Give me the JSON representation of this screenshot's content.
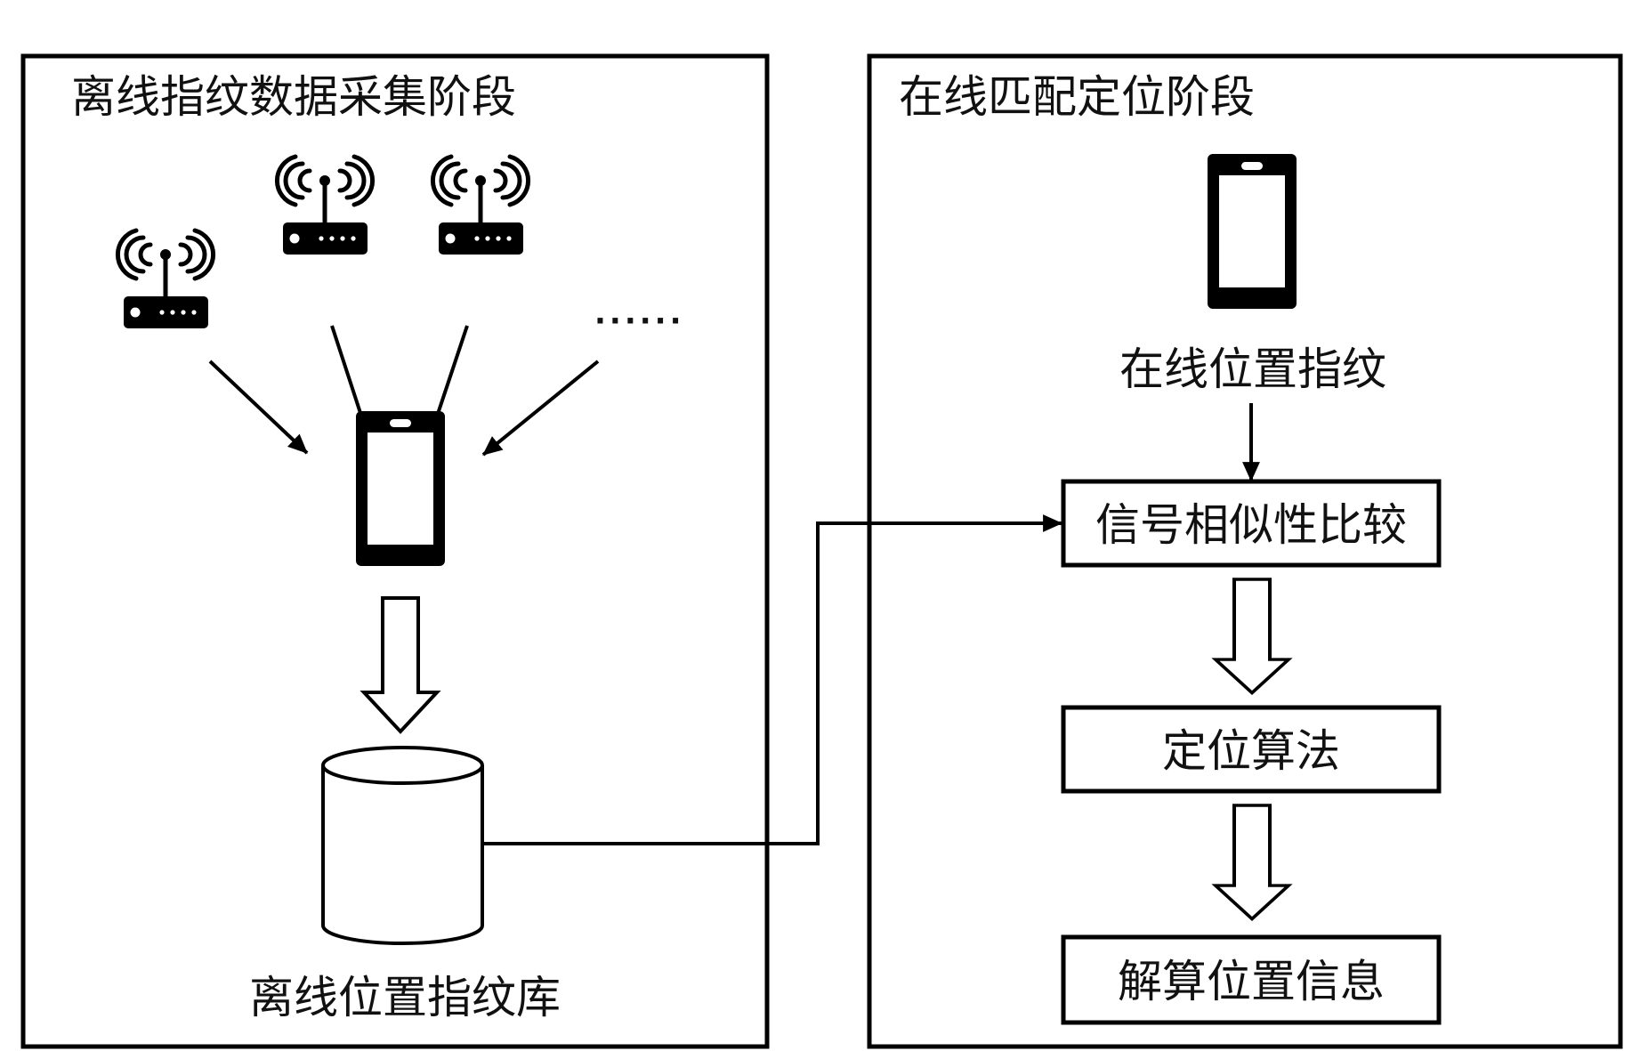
{
  "diagram": {
    "offline_panel": {
      "title": "离线指纹数据采集阶段",
      "access_points": [
        "wifi-router",
        "wifi-router",
        "wifi-router"
      ],
      "more_indicator": "······",
      "device": "smartphone",
      "database_label": "离线位置指纹库"
    },
    "online_panel": {
      "title": "在线匹配定位阶段",
      "device": "smartphone",
      "fingerprint_label": "在线位置指纹",
      "steps": [
        {
          "label": "信号相似性比较"
        },
        {
          "label": "定位算法"
        },
        {
          "label": "解算位置信息"
        }
      ]
    },
    "colors": {
      "line": "#000000",
      "background": "#ffffff"
    }
  }
}
